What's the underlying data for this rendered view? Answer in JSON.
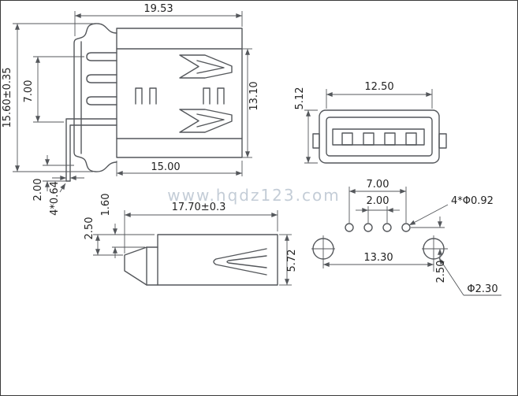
{
  "watermark": "www.hqdz123.com",
  "views": {
    "side": {
      "dim_overall_width": "19.53",
      "dim_overall_height": "15.60±0.35",
      "dim_pin_span": "7.00",
      "dim_body_height": "13.10",
      "dim_body_width": "15.00",
      "dim_pin_length": "2.00",
      "dim_pin_size": "4*0.64"
    },
    "front": {
      "dim_opening_width": "12.50",
      "dim_height": "5.12"
    },
    "top": {
      "dim_body_length": "17.70±0.3",
      "dim_step": "1.60",
      "dim_offset": "2.50",
      "dim_body_width": "5.72"
    },
    "footprint": {
      "dim_pin_row_span": "7.00",
      "dim_pin_pitch": "2.00",
      "label_pin_holes": "4*Φ0.92",
      "dim_mount_span": "13.30",
      "dim_row_offset": "2.50",
      "label_mount_hole": "Φ2.30"
    }
  }
}
